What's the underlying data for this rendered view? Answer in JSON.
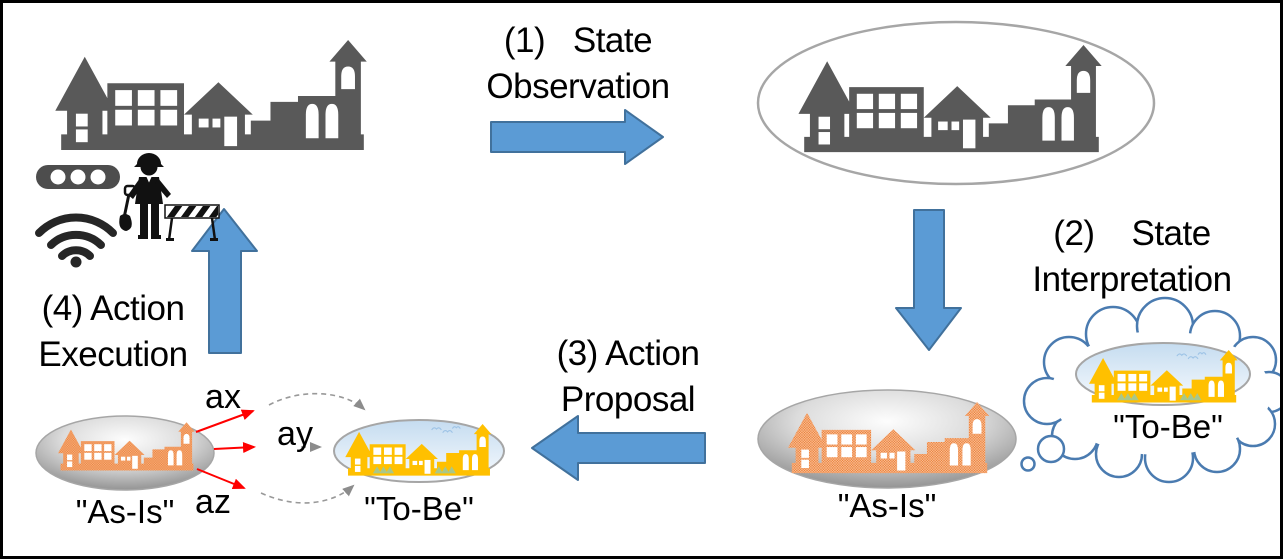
{
  "diagram": {
    "steps": {
      "step1": {
        "line1": "(1)   State",
        "line2": "Observation"
      },
      "step2": {
        "line1": "(2)    State",
        "line2": "Interpretation"
      },
      "step3": {
        "line1": "(3) Action",
        "line2": "Proposal"
      },
      "step4": {
        "line1": "(4) Action",
        "line2": "Execution"
      }
    },
    "state_labels": {
      "as_is_bottom_left": "\"As-Is\"",
      "to_be_bottom_left": "\"To-Be\"",
      "as_is_bottom_right": "\"As-Is\"",
      "to_be_cloud": "\"To-Be\""
    },
    "action_labels": {
      "ax": "ax",
      "ay": "ay",
      "az": "az"
    },
    "icons": [
      "city-skyline-icon",
      "traffic-light-icon",
      "wifi-icon",
      "construction-worker-icon",
      "barricade-icon",
      "thought-cloud-icon",
      "bush-icon",
      "bird-icon"
    ],
    "colors": {
      "arrow_blue_fill": "#5B9BD5",
      "arrow_blue_stroke": "#41719C",
      "city_gray": "#595959",
      "city_orange": "#ED7D31",
      "city_yellow": "#FFC000",
      "bush_green": "#A9C789",
      "bird_blue": "#9DC3E6",
      "action_arrow_red": "#FF0000",
      "transition_gray": "#8C8C8C",
      "cloud_blue": "#4A7BB0",
      "ellipse_outline_gray": "#A6A6A6"
    }
  }
}
